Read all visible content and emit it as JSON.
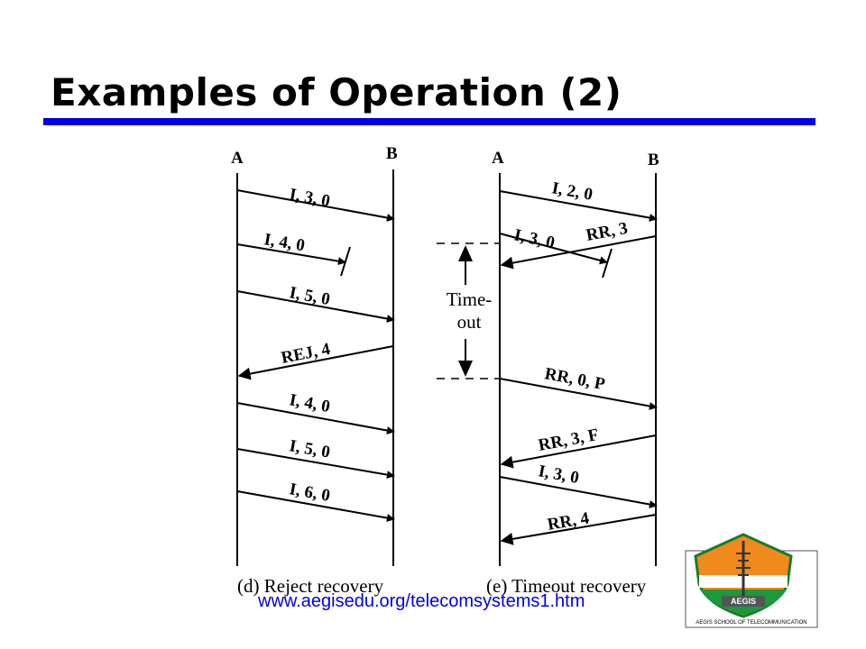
{
  "title": "Examples of Operation (2)",
  "theme": {
    "rule_color": "#0000e6",
    "link_color": "#0000e6"
  },
  "diagrams": {
    "left": {
      "station_a": "A",
      "station_b": "B",
      "messages": [
        "I, 3, 0",
        "I, 4, 0",
        "I, 5, 0",
        "REJ, 4",
        "I, 4, 0",
        "I, 5, 0",
        "I, 6, 0"
      ],
      "caption": "(d) Reject recovery"
    },
    "right": {
      "station_a": "A",
      "station_b": "B",
      "messages": [
        "I, 2, 0",
        "I, 3, 0",
        "RR, 3",
        "RR, 0, P",
        "RR, 3, F",
        "I, 3, 0",
        "RR, 4"
      ],
      "timeout_label_line1": "Time-",
      "timeout_label_line2": "out",
      "caption": "(e) Timeout recovery"
    }
  },
  "footer_url": "www.aegisedu.org/telecomsystems1.htm",
  "logo": {
    "name": "AEGIS",
    "subtitle": "AEGIS SCHOOL OF TELECOMMUNICATION",
    "icon": "aegis-shield-logo"
  }
}
